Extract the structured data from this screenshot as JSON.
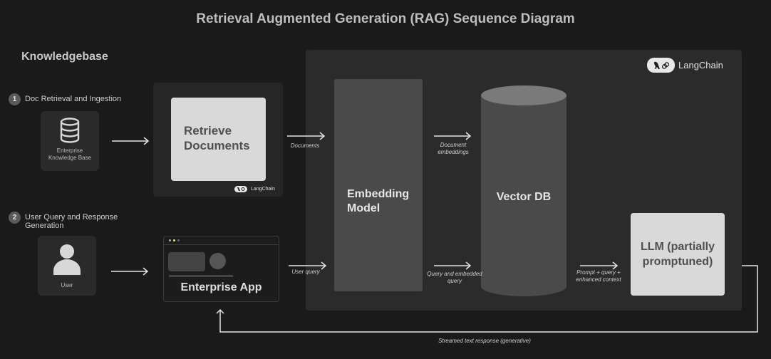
{
  "title": "Retrieval Augmented Generation (RAG) Sequence Diagram",
  "section_heading": "Knowledgebase",
  "steps": [
    {
      "number": "1",
      "label": "Doc Retrieval and Ingestion"
    },
    {
      "number": "2",
      "label": "User Query and Response Generation"
    }
  ],
  "nodes": {
    "knowledge_base": {
      "label": "Enterprise Knowledge Base",
      "icon": "database-icon"
    },
    "user": {
      "label": "User",
      "icon": "user-icon"
    },
    "retrieve_documents": {
      "label": "Retrieve Documents"
    },
    "enterprise_app": {
      "label": "Enterprise App"
    },
    "embedding_model": {
      "label": "Embedding Model"
    },
    "vector_db": {
      "label": "Vector DB"
    },
    "llm": {
      "label": "LLM (partially promptuned)"
    }
  },
  "brand": {
    "name": "LangChain",
    "icon": "langchain-parrot-link-icon"
  },
  "arrows": {
    "documents": "Documents",
    "document_embeddings": "Document embeddings",
    "user_query": "User query",
    "query_embedded": "Query and embedded query",
    "prompt_context": "Prompt + query + enhanced context",
    "streamed_response": "Streamed text response (generative)"
  },
  "colors": {
    "background": "#1a1a1a",
    "panel": "#2b2b2b",
    "light_box": "#d9d9d9",
    "gray_box": "#4a4a4a",
    "app_dot_accent": "#e8e85a"
  }
}
